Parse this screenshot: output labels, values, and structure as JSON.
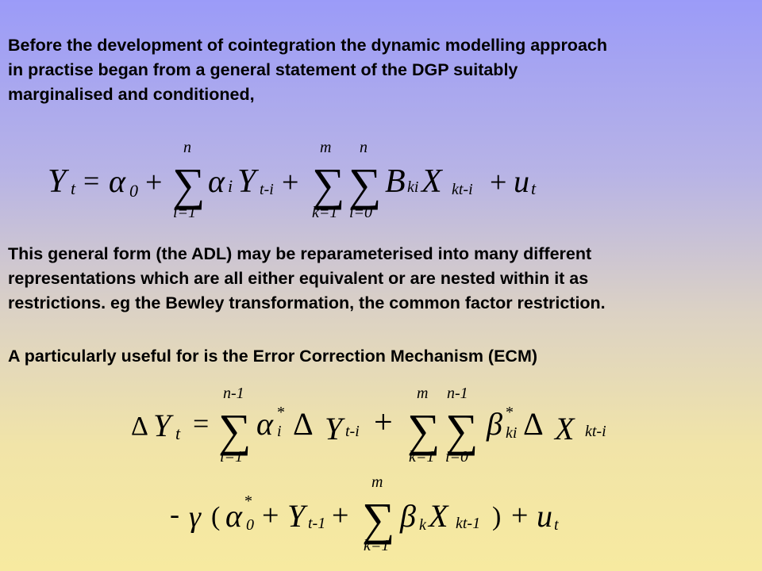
{
  "slide": {
    "paragraphs": {
      "intro": "Before the development of cointegration the dynamic modelling approach\nin practise began from a general statement of the DGP suitably\nmarginalised and conditioned,",
      "adl": "This general form (the ADL) may be reparameterised into many different\nrepresentations which are all either equivalent or are nested within it as\nrestrictions. eg the Bewley transformation, the common factor restriction.",
      "ecm": "A particularly useful for is the Error Correction Mechanism (ECM)"
    },
    "equations": {
      "adl": {
        "Y": "Y",
        "t": "t",
        "eq": "=",
        "alpha": "α",
        "zero": "0",
        "plus": "+",
        "sum": "∑",
        "n": "n",
        "m": "m",
        "i1": "i=1",
        "k1": "k=1",
        "i0": "i=0",
        "i": "i",
        "ti": "t-i",
        "B": "B",
        "ki": "ki",
        "X": "X",
        "kti": "kt-i",
        "u": "u"
      },
      "ecm": {
        "delta": "Δ",
        "Y": "Y",
        "t": "t",
        "eq": "=",
        "plus": "+",
        "minus": "-",
        "sum": "∑",
        "n1": "n-1",
        "m": "m",
        "i1": "i=1",
        "k1": "k=1",
        "i0": "i=0",
        "alpha": "α",
        "star": "*",
        "i": "i",
        "ti": "t-i",
        "beta": "β",
        "ki": "ki",
        "X": "X",
        "kti": "kt-i",
        "gamma": "γ",
        "lparen": "(",
        "rparen": ")",
        "zero": "0",
        "t1": "t-1",
        "k": "k",
        "kt1": "kt-1",
        "u": "u"
      }
    }
  }
}
